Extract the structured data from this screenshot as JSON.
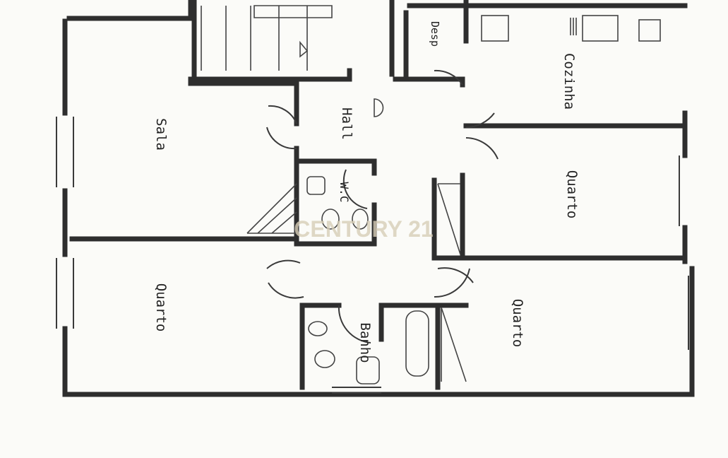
{
  "rooms": {
    "sala": "Sala",
    "hall": "Hall",
    "desp": "Desp",
    "cozinha": "Cozinha",
    "quarto_top_right": "Quarto",
    "wc": "W.C",
    "quarto_bottom_left": "Quarto",
    "banho": "Banho",
    "quarto_bottom_right": "Quarto"
  },
  "watermark": "CENTURY 21",
  "colors": {
    "walls": "#2e2e2e",
    "watermark": "#d8cfb8",
    "paper": "#fbfbf8"
  }
}
